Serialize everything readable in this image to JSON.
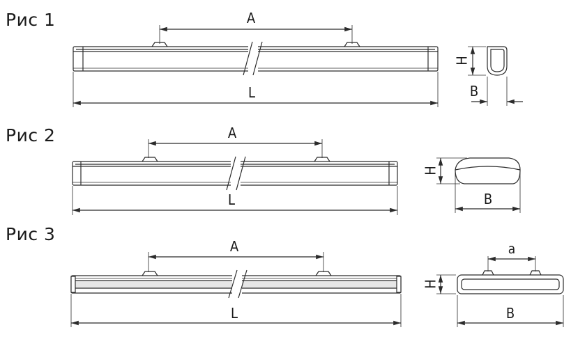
{
  "figures": [
    {
      "label": "Рис 1",
      "dims": {
        "A": "A",
        "L": "L",
        "H": "H",
        "B": "B"
      }
    },
    {
      "label": "Рис 2",
      "dims": {
        "A": "A",
        "L": "L",
        "H": "H",
        "B": "B"
      }
    },
    {
      "label": "Рис 3",
      "dims": {
        "A": "A",
        "L": "L",
        "H": "H",
        "B": "B",
        "a": "a"
      }
    }
  ],
  "colors": {
    "line": "#2b2b2b",
    "fill": "#ffffff",
    "shade": "#e6e6e6"
  }
}
